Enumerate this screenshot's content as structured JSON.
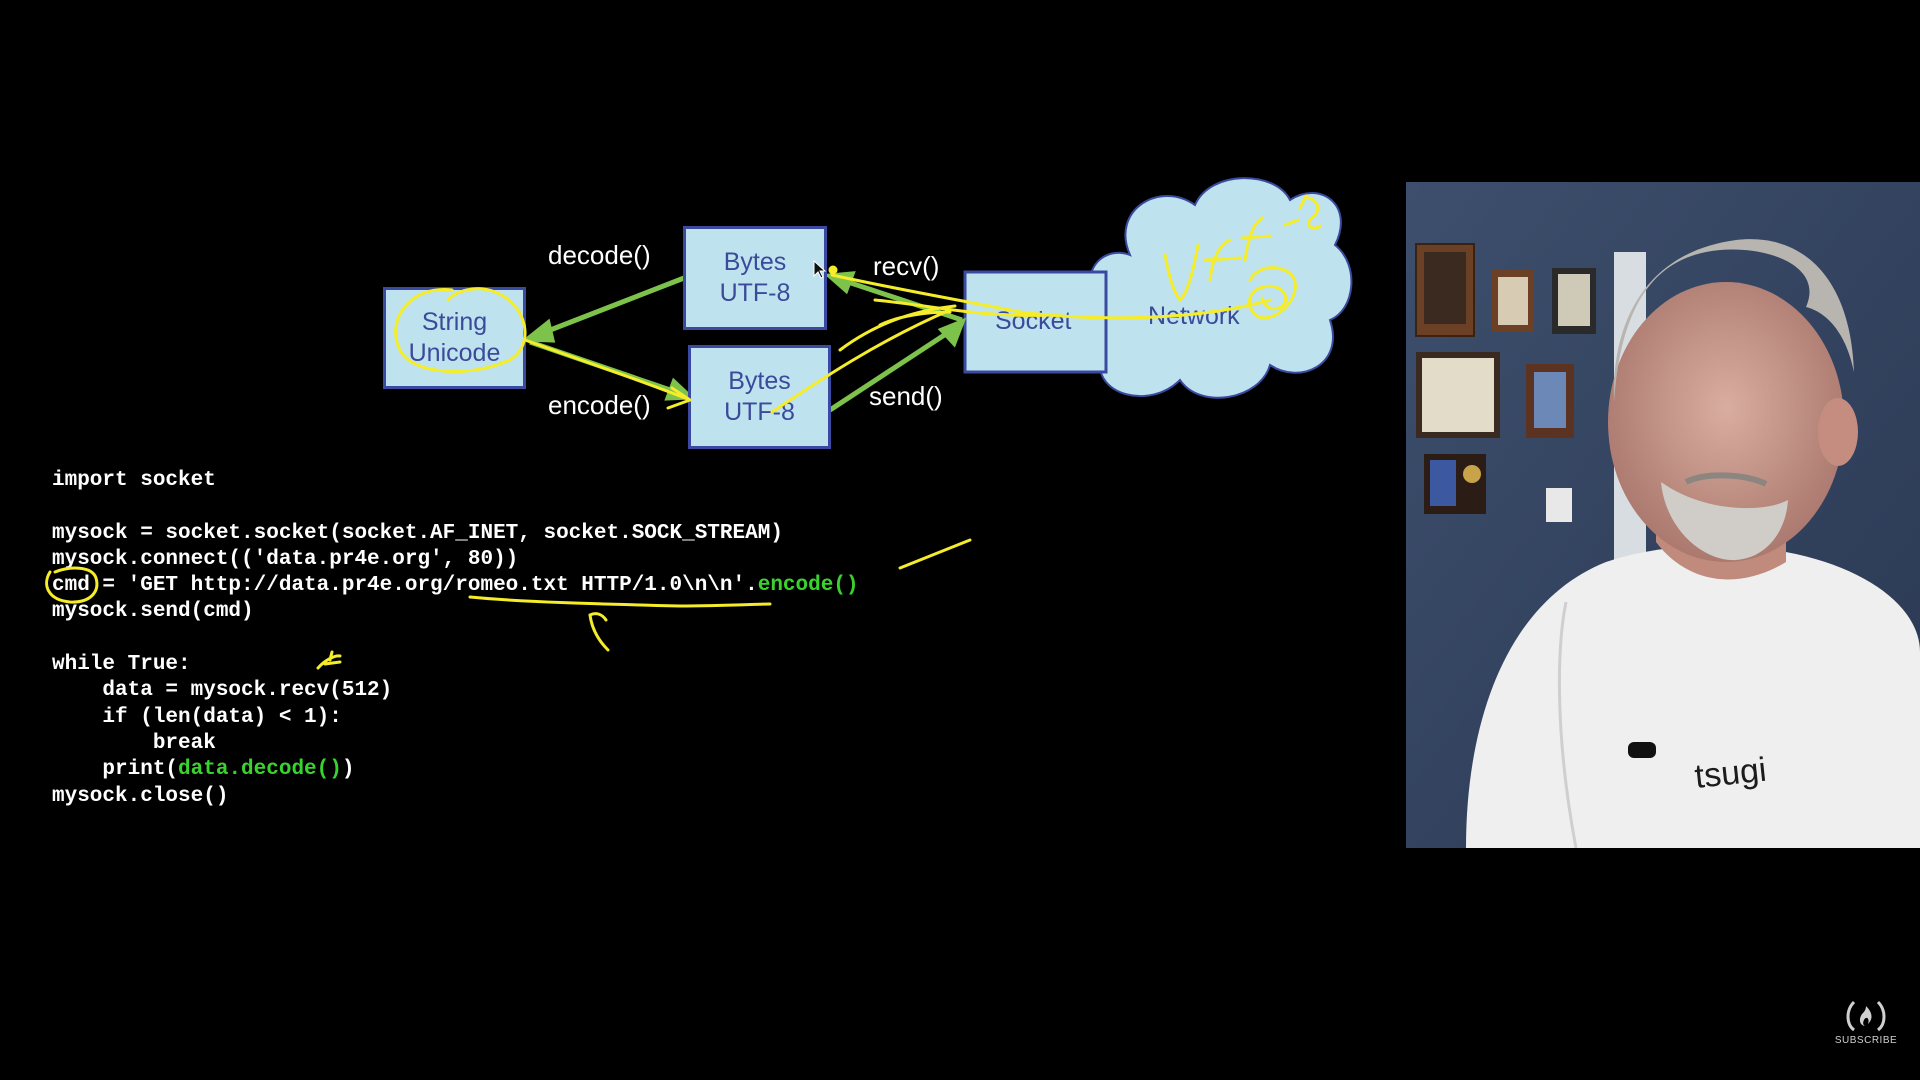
{
  "diagram": {
    "string_box": {
      "line1": "String",
      "line2": "Unicode"
    },
    "bytes_top": {
      "line1": "Bytes",
      "line2": "UTF-8"
    },
    "bytes_bottom": {
      "line1": "Bytes",
      "line2": "UTF-8"
    },
    "socket_box": "Socket",
    "network_cloud": "Network",
    "labels": {
      "decode": "decode()",
      "encode": "encode()",
      "recv": "recv()",
      "send": "send()"
    }
  },
  "code": {
    "lines": [
      {
        "segments": [
          {
            "text": "import socket"
          }
        ]
      },
      {
        "segments": [
          {
            "text": ""
          }
        ]
      },
      {
        "segments": [
          {
            "text": "mysock = socket.socket(socket.AF_INET, socket.SOCK_STREAM)"
          }
        ]
      },
      {
        "segments": [
          {
            "text": "mysock.connect(('data.pr4e.org', 80))"
          }
        ]
      },
      {
        "segments": [
          {
            "text": "cmd = 'GET http://data.pr4e.org/romeo.txt HTTP/1.0\\n\\n'."
          },
          {
            "text": "encode()",
            "green": true
          }
        ]
      },
      {
        "segments": [
          {
            "text": "mysock.send(cmd)"
          }
        ]
      },
      {
        "segments": [
          {
            "text": ""
          }
        ]
      },
      {
        "segments": [
          {
            "text": "while True:"
          }
        ]
      },
      {
        "segments": [
          {
            "text": "    data = mysock.recv(512)"
          }
        ]
      },
      {
        "segments": [
          {
            "text": "    if (len(data) < 1):"
          }
        ]
      },
      {
        "segments": [
          {
            "text": "        break"
          }
        ]
      },
      {
        "segments": [
          {
            "text": "    print("
          },
          {
            "text": "data.decode()",
            "green": true
          },
          {
            "text": ")"
          }
        ]
      },
      {
        "segments": [
          {
            "text": "mysock.close()"
          }
        ]
      }
    ]
  },
  "webcam": {
    "shirt_logo": "tsugi"
  },
  "channel": {
    "subscribe_label": "SUBSCRIBE"
  },
  "colors": {
    "background": "#000000",
    "box_fill": "#bfe3ee",
    "box_border": "#3a4aa0",
    "box_text": "#3b4a9a",
    "arrow_green": "#7dc24b",
    "annotation_yellow": "#f5ec2a",
    "code_text": "#ffffff",
    "code_highlight": "#39d32e"
  }
}
